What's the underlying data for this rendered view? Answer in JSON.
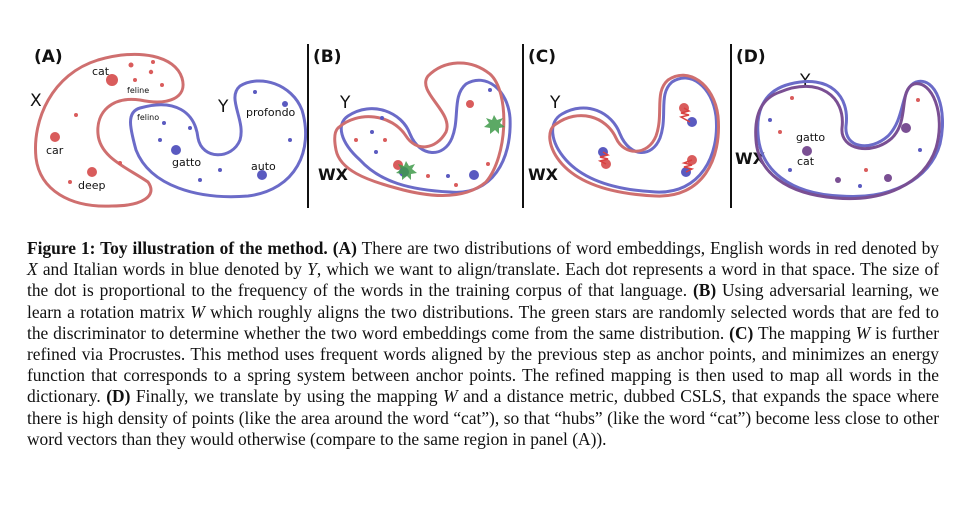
{
  "panels": {
    "a": {
      "label": "(A)",
      "x_label": "X",
      "y_label": "Y",
      "words": {
        "cat": "cat",
        "feline_en": "feline",
        "car": "car",
        "deep": "deep",
        "felino": "felino",
        "gatto": "gatto",
        "profondo": "profondo",
        "auto": "auto"
      }
    },
    "b": {
      "label": "(B)",
      "y_label": "Y",
      "wx_label": "WX"
    },
    "c": {
      "label": "(C)",
      "y_label": "Y",
      "wx_label": "WX"
    },
    "d": {
      "label": "(D)",
      "y_label": "Y",
      "wx_label": "WX",
      "words": {
        "gatto": "gatto",
        "cat": "cat"
      }
    }
  },
  "caption": {
    "lead": "Figure 1: Toy illustration of the method.",
    "ref_a": "(A)",
    "t1": " There are two distributions of word embeddings, English words in red denoted by ",
    "X": "X",
    "t2": " and Italian words in blue denoted by ",
    "Y": "Y",
    "t3": ", which we want to align/translate. Each dot represents a word in that space. The size of the dot is proportional to the frequency of the words in the training corpus of that language. ",
    "ref_b": "(B)",
    "t4": " Using adversarial learning, we learn a rotation matrix ",
    "W1": "W",
    "t5": " which roughly aligns the two distributions. The green stars are randomly selected words that are fed to the discriminator to determine whether the two word embeddings come from the same distribution. ",
    "ref_c": "(C)",
    "t6": " The mapping ",
    "W2": "W",
    "t7": " is further refined via Procrustes. This method uses frequent words aligned by the previous step as anchor points, and minimizes an energy function that corresponds to a spring system between anchor points. The refined mapping is then used to map all words in the dictionary. ",
    "ref_d": "(D)",
    "t8": " Finally, we translate by using the mapping ",
    "W3": "W",
    "t9": " and a distance metric, dubbed CSLS, that expands the space where there is high density of points (like the area around the word “cat”), so that “hubs” (like the word “cat”) become less close to other word vectors than they would otherwise (compare to the same region in panel (A))."
  },
  "colors": {
    "english": "#cf6f6f",
    "italian": "#6b6bc8",
    "aligned": "#7a4f93",
    "star": "#3f9a4a"
  },
  "icons": {
    "discriminator_sample": "green-star-icon",
    "spring": "spring-icon"
  }
}
